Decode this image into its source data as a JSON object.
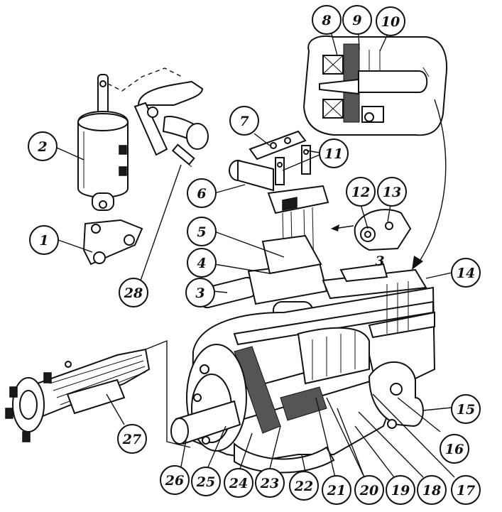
{
  "diagram": {
    "callouts": [
      {
        "id": "c1",
        "label": "1"
      },
      {
        "id": "c2",
        "label": "2"
      },
      {
        "id": "c3",
        "label": "3"
      },
      {
        "id": "c4",
        "label": "4"
      },
      {
        "id": "c5",
        "label": "5"
      },
      {
        "id": "c6",
        "label": "6"
      },
      {
        "id": "c7",
        "label": "7"
      },
      {
        "id": "c8",
        "label": "8"
      },
      {
        "id": "c9",
        "label": "9"
      },
      {
        "id": "c10",
        "label": "10"
      },
      {
        "id": "c11",
        "label": "11"
      },
      {
        "id": "c12",
        "label": "12"
      },
      {
        "id": "c13",
        "label": "13"
      },
      {
        "id": "c14",
        "label": "14"
      },
      {
        "id": "c15",
        "label": "15"
      },
      {
        "id": "c16",
        "label": "16"
      },
      {
        "id": "c17",
        "label": "17"
      },
      {
        "id": "c18",
        "label": "18"
      },
      {
        "id": "c19",
        "label": "19"
      },
      {
        "id": "c20",
        "label": "20"
      },
      {
        "id": "c21",
        "label": "21"
      },
      {
        "id": "c22",
        "label": "22"
      },
      {
        "id": "c23",
        "label": "23"
      },
      {
        "id": "c24",
        "label": "24"
      },
      {
        "id": "c25",
        "label": "25"
      },
      {
        "id": "c26",
        "label": "26"
      },
      {
        "id": "c27",
        "label": "27"
      },
      {
        "id": "c28",
        "label": "28"
      }
    ],
    "plain_labels": [
      {
        "id": "p3",
        "label": "3"
      }
    ]
  }
}
